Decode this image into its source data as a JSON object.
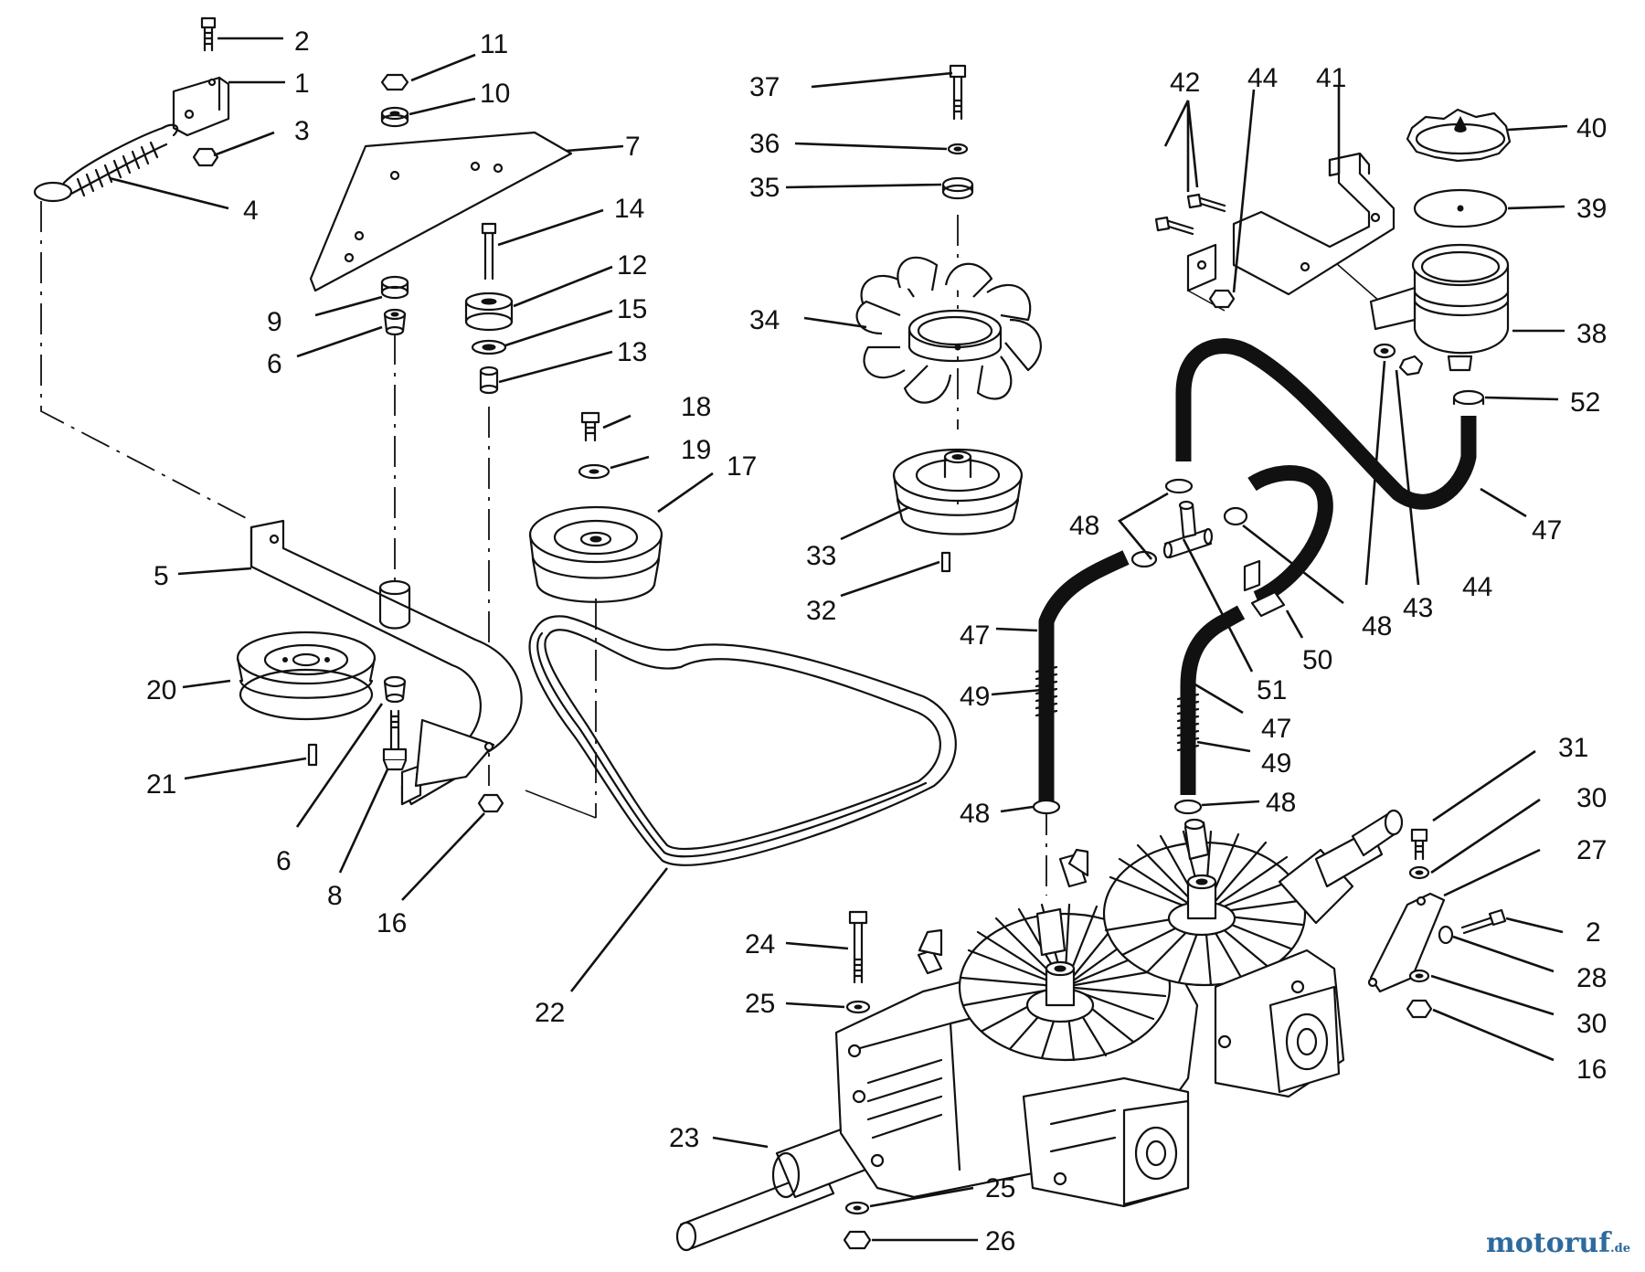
{
  "callouts": {
    "c1": "1",
    "c2a": "2",
    "c2b": "2",
    "c3": "3",
    "c4": "4",
    "c5": "5",
    "c6a": "6",
    "c6b": "6",
    "c7": "7",
    "c8": "8",
    "c9": "9",
    "c10": "10",
    "c11": "11",
    "c12": "12",
    "c13": "13",
    "c14": "14",
    "c15": "15",
    "c16a": "16",
    "c16b": "16",
    "c17": "17",
    "c18": "18",
    "c19": "19",
    "c20": "20",
    "c21": "21",
    "c22": "22",
    "c23": "23",
    "c24": "24",
    "c25a": "25",
    "c25b": "25",
    "c26": "26",
    "c27": "27",
    "c28": "28",
    "c30a": "30",
    "c30b": "30",
    "c31": "31",
    "c32": "32",
    "c33": "33",
    "c34": "34",
    "c35": "35",
    "c36": "36",
    "c37": "37",
    "c38": "38",
    "c39": "39",
    "c40": "40",
    "c41": "41",
    "c42": "42",
    "c43": "43",
    "c44a": "44",
    "c44b": "44",
    "c47a": "47",
    "c47b": "47",
    "c47c": "47",
    "c48a": "48",
    "c48b": "48",
    "c48c": "48",
    "c48d": "48",
    "c49a": "49",
    "c49b": "49",
    "c50": "50",
    "c51": "51",
    "c52": "52"
  },
  "watermark": {
    "brand": "motoruf",
    "tld": ".de"
  }
}
